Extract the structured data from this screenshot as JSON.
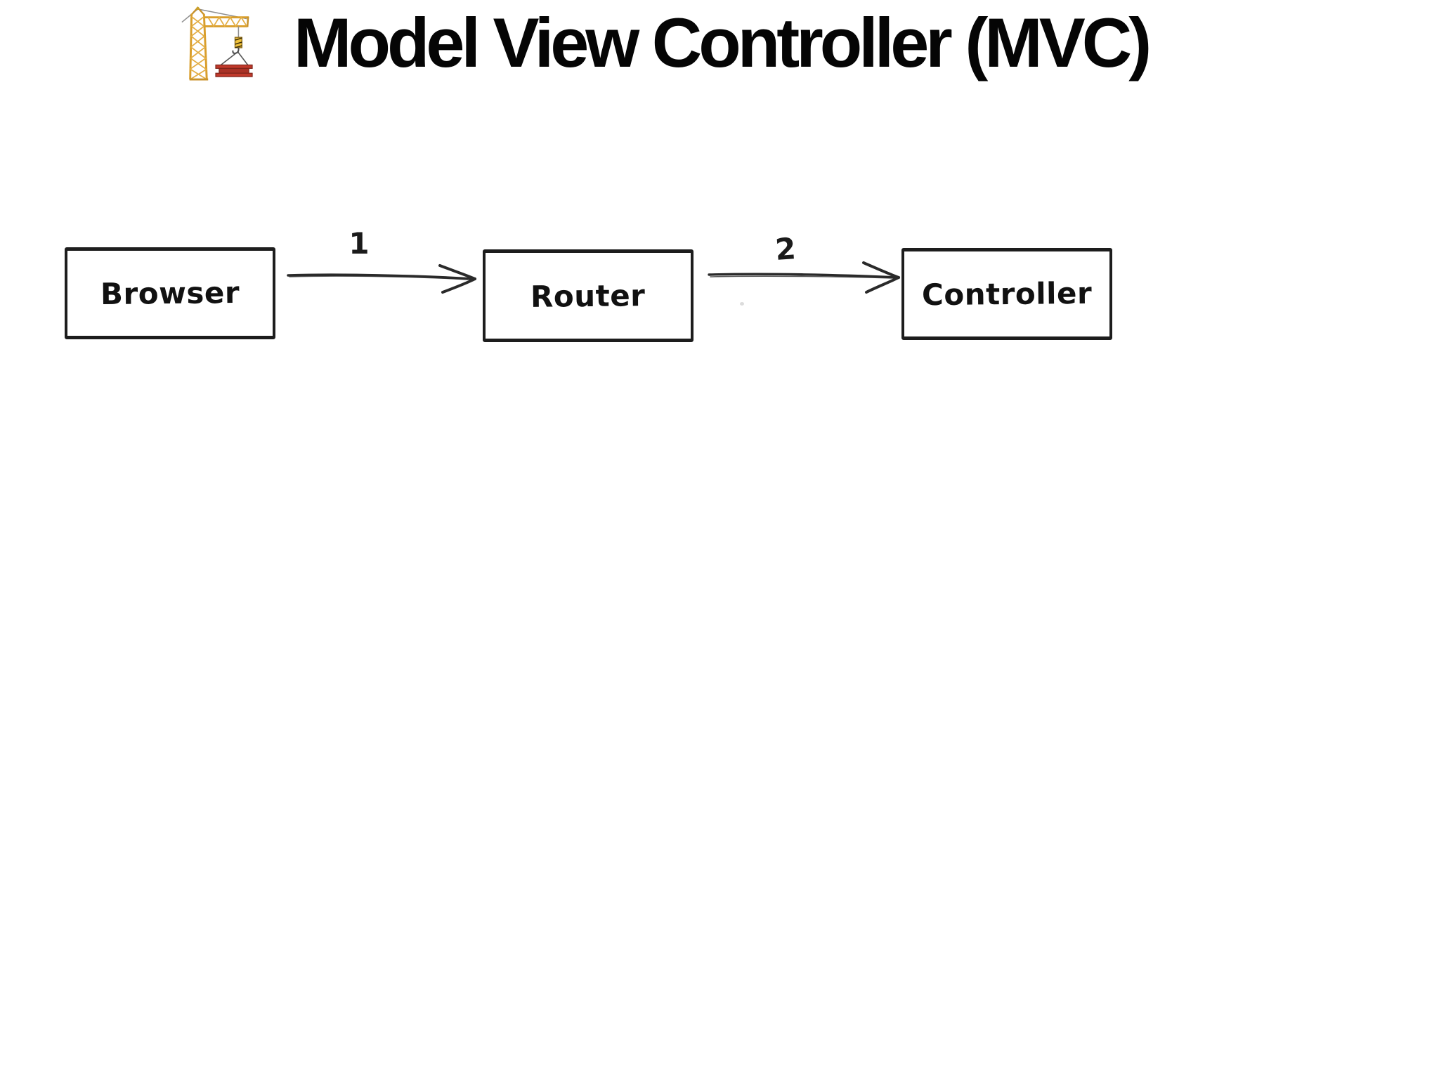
{
  "header": {
    "icon": "construction-crane-icon",
    "title": "Model View Controller (MVC)"
  },
  "diagram": {
    "nodes": [
      {
        "id": "browser",
        "label": "Browser"
      },
      {
        "id": "router",
        "label": "Router"
      },
      {
        "id": "controller",
        "label": "Controller"
      }
    ],
    "edges": [
      {
        "from": "browser",
        "to": "router",
        "label": "1"
      },
      {
        "from": "router",
        "to": "controller",
        "label": "2"
      }
    ]
  },
  "colors": {
    "background": "#ffffff",
    "node_stroke": "#1d1d1d",
    "title_text": "#050505",
    "crane_yellow": "#e8ab38",
    "crane_dark": "#8a6a1a",
    "beam_red": "#c0392b"
  }
}
